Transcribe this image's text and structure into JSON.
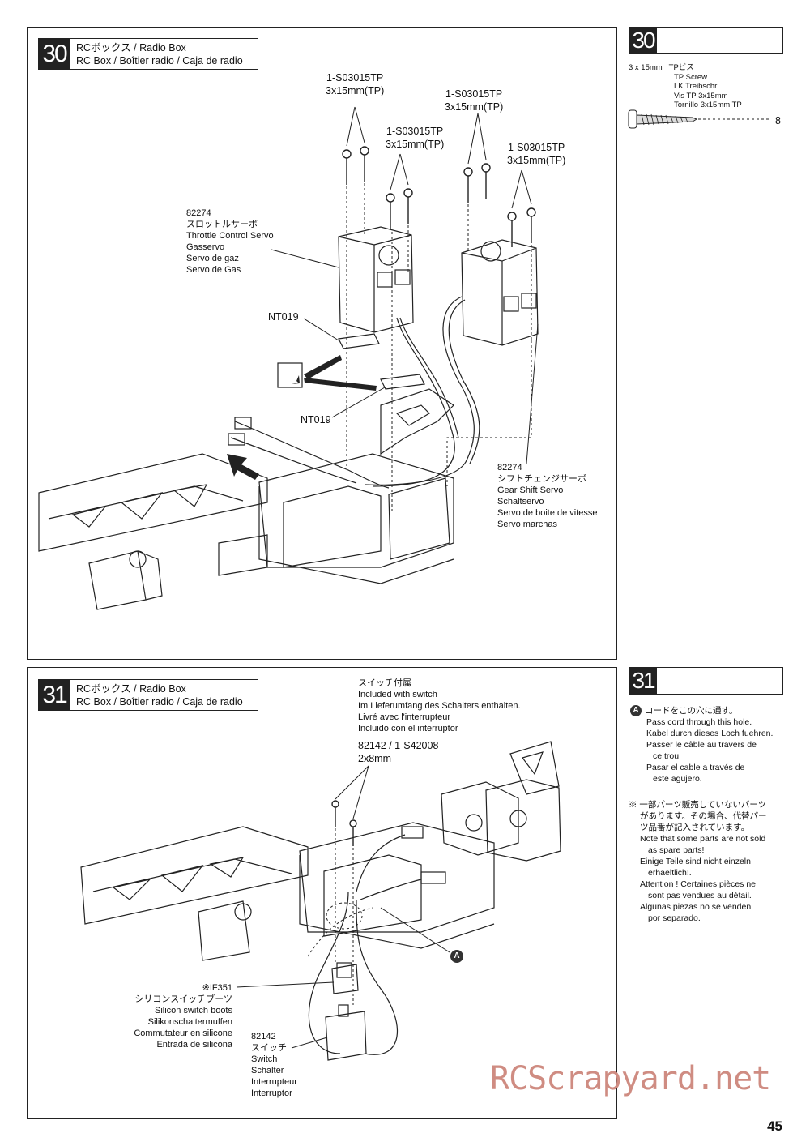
{
  "step30": {
    "num": "30",
    "title_line1": "RCボックス / Radio Box",
    "title_line2": "RC Box / Boîtier radio / Caja de radio",
    "screw_label_a": [
      "1-S03015TP",
      "3x15mm(TP)"
    ],
    "screw_label_b": [
      "1-S03015TP",
      "3x15mm(TP)"
    ],
    "screw_label_c": [
      "1-S03015TP",
      "3x15mm(TP)"
    ],
    "screw_label_d": [
      "1-S03015TP",
      "3x15mm(TP)"
    ],
    "throttle_servo": [
      "82274",
      "スロットルサーボ",
      "Throttle Control Servo",
      "Gasservo",
      "Servo de gaz",
      "Servo de Gas"
    ],
    "nt019_top": "NT019",
    "nt019_bottom": "NT019",
    "shift_servo": [
      "82274",
      "シフトチェンジサーボ",
      "Gear Shift Servo",
      "Schaltservo",
      "Servo de boite de vitesse",
      "Servo marchas"
    ],
    "side": {
      "num": "30",
      "size": "3 x 15mm",
      "jp": "TPビス",
      "names": [
        "TP Screw",
        "LK Treibschr",
        "Vis TP 3x15mm",
        "Tornillo 3x15mm TP"
      ],
      "qty": "8"
    }
  },
  "step31": {
    "num": "31",
    "title_line1": "RCボックス / Radio Box",
    "title_line2": "RC Box / Boîtier radio / Caja de radio",
    "included": [
      "スイッチ付属",
      "Included with switch",
      "Im Lieferumfang des Schalters enthalten.",
      "Livré avec l'interrupteur",
      "Incluido con el interruptor"
    ],
    "screw_label": [
      "82142 / 1-S42008",
      "2x8mm"
    ],
    "boots": [
      "※IF351",
      "シリコンスイッチブーツ",
      "Silicon switch boots",
      "Silikonschaltermuffen",
      "Commutateur en silicone",
      "Entrada de silicona"
    ],
    "switch": [
      "82142",
      "スイッチ",
      "Switch",
      "Schalter",
      "Interrupteur",
      "Interruptor"
    ],
    "marker": "A",
    "side": {
      "num": "31",
      "marker": "A",
      "note_a": [
        "コードをこの穴に通す。",
        "Pass cord through this hole.",
        "Kabel durch dieses Loch fuehren.",
        "Passer le câble au travers de",
        "ce trou",
        "Pasar el cable a través de",
        "este agujero."
      ],
      "note_parts": [
        "※ 一部パーツ販売していないパーツ",
        "があります。その場合、代替パー",
        "ツ品番が記入されています。",
        "Note that some parts are not sold",
        "as spare parts!",
        "Einige Teile sind nicht einzeln",
        "erhaeltlich!.",
        "Attention ! Certaines pièces ne",
        "sont pas vendues au détail.",
        "Algunas piezas no se venden",
        "por separado."
      ]
    }
  },
  "watermark": "RCScrapyard.net",
  "page_number": "45"
}
